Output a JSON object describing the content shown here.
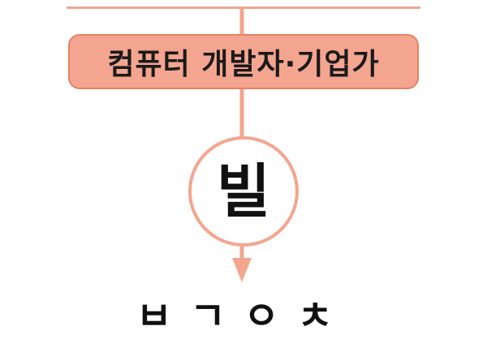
{
  "source_label": "컴퓨터 개발자·기업가",
  "circle_char": "빌",
  "result_jamo": "ㅂㄱㅇㅊ",
  "colors": {
    "accent": "#f4a58f",
    "accent_border": "#e87f63",
    "text": "#111111",
    "background": "#ffffff"
  }
}
